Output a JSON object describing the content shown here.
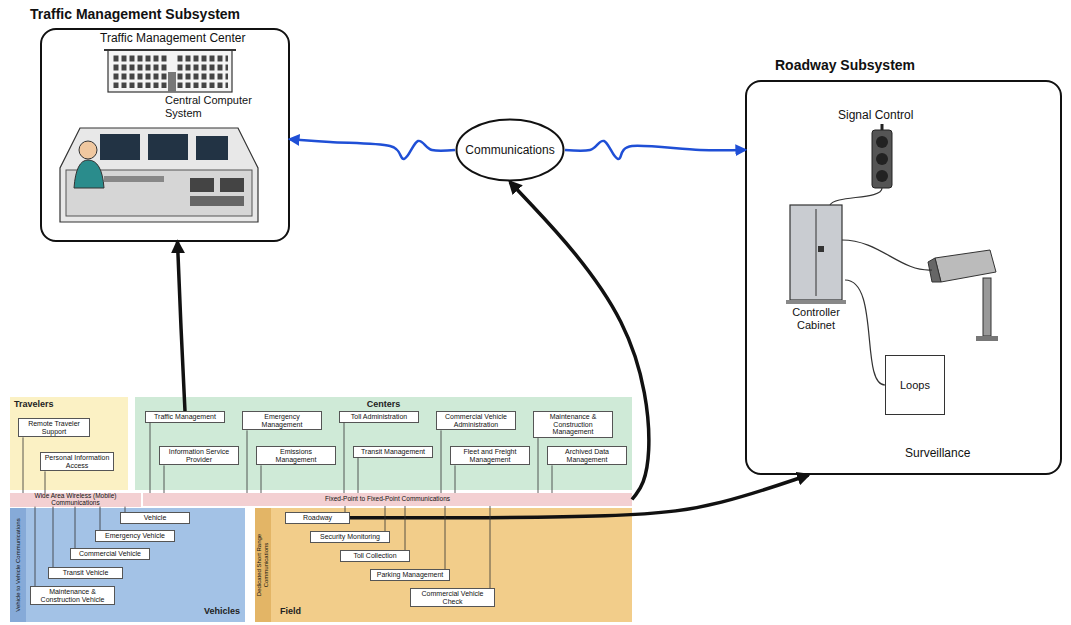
{
  "diagram": {
    "nodes": [
      {
        "text": [
          "Traffic Management Subsystem",
          "Traffic Management Center",
          "Central Computer System"
        ]
      },
      {
        "text": [
          "Communications"
        ]
      },
      {
        "text": [
          "Roadway Subsystem",
          "Signal Control",
          "Controller Cabinet",
          "Surveillance"
        ]
      },
      {
        "text": [
          "Loops"
        ],
        "in": 2
      },
      {
        "text": [
          "Travelers"
        ]
      },
      {
        "text": [
          "Remote Traveler Support"
        ],
        "in": 4
      },
      {
        "text": [
          "Personal Information Access"
        ],
        "in": 4
      },
      {
        "text": [
          "Centers"
        ]
      },
      {
        "text": [
          "Traffic Management"
        ],
        "in": 7
      },
      {
        "text": [
          "Emergency Management"
        ],
        "in": 7
      },
      {
        "text": [
          "Toll Administration"
        ],
        "in": 7
      },
      {
        "text": [
          "Commercial Vehicle Administration"
        ],
        "in": 7
      },
      {
        "text": [
          "Maintenance & Construction Management"
        ],
        "in": 7
      },
      {
        "text": [
          "Information Service Provider"
        ],
        "in": 7
      },
      {
        "text": [
          "Emissions Management"
        ],
        "in": 7
      },
      {
        "text": [
          "Transit Management"
        ],
        "in": 7
      },
      {
        "text": [
          "Fleet and Freight Management"
        ],
        "in": 7
      },
      {
        "text": [
          "Archived Data Management"
        ],
        "in": 7
      },
      {
        "text": [
          "Wide Area Wireless (Mobile) Communications"
        ]
      },
      {
        "text": [
          "Fixed-Point to Fixed-Point Communications"
        ]
      },
      {
        "text": [
          "Vehicles"
        ]
      },
      {
        "text": [
          "Vehicle to Vehicle Communications"
        ],
        "in": 20
      },
      {
        "text": [
          "Vehicle"
        ],
        "in": 20
      },
      {
        "text": [
          "Emergency Vehicle"
        ],
        "in": 20
      },
      {
        "text": [
          "Commercial Vehicle"
        ],
        "in": 20
      },
      {
        "text": [
          "Transit Vehicle"
        ],
        "in": 20
      },
      {
        "text": [
          "Maintenance & Construction Vehicle"
        ],
        "in": 20
      },
      {
        "text": [
          "Field"
        ]
      },
      {
        "text": [
          "Dedicated Short Range Communications"
        ],
        "in": 27
      },
      {
        "text": [
          "Roadway"
        ],
        "in": 27
      },
      {
        "text": [
          "Security Monitoring"
        ],
        "in": 27
      },
      {
        "text": [
          "Toll Collection"
        ],
        "in": 27
      },
      {
        "text": [
          "Parking Management"
        ],
        "in": 27
      },
      {
        "text": [
          "Commercial Vehicle Check"
        ],
        "in": 27
      }
    ],
    "edges": [
      {
        "from": 8,
        "to": 0,
        "arrow": "to"
      },
      {
        "from": 19,
        "to": 1,
        "arrow": "to"
      },
      {
        "from": 29,
        "to": 2,
        "arrow": "to"
      },
      {
        "from": 1,
        "to": 0,
        "arrow": "to"
      },
      {
        "from": 1,
        "to": 2,
        "arrow": "to"
      },
      {
        "from": 5,
        "to": 18,
        "arrow": "none"
      },
      {
        "from": 6,
        "to": 18,
        "arrow": "none"
      },
      {
        "from": 8,
        "to": 19,
        "arrow": "none"
      },
      {
        "from": 9,
        "to": 19,
        "arrow": "none"
      },
      {
        "from": 10,
        "to": 19,
        "arrow": "none"
      },
      {
        "from": 11,
        "to": 19,
        "arrow": "none"
      },
      {
        "from": 12,
        "to": 19,
        "arrow": "none"
      },
      {
        "from": 13,
        "to": 19,
        "arrow": "none"
      },
      {
        "from": 14,
        "to": 19,
        "arrow": "none"
      },
      {
        "from": 15,
        "to": 19,
        "arrow": "none"
      },
      {
        "from": 16,
        "to": 19,
        "arrow": "none"
      },
      {
        "from": 17,
        "to": 19,
        "arrow": "none"
      },
      {
        "from": 22,
        "to": 18,
        "arrow": "none"
      },
      {
        "from": 23,
        "to": 18,
        "arrow": "none"
      },
      {
        "from": 24,
        "to": 18,
        "arrow": "none"
      },
      {
        "from": 25,
        "to": 18,
        "arrow": "none"
      },
      {
        "from": 26,
        "to": 18,
        "arrow": "none"
      },
      {
        "from": 29,
        "to": 19,
        "arrow": "none"
      },
      {
        "from": 30,
        "to": 19,
        "arrow": "none"
      },
      {
        "from": 31,
        "to": 19,
        "arrow": "none"
      },
      {
        "from": 32,
        "to": 19,
        "arrow": "none"
      },
      {
        "from": 33,
        "to": 19,
        "arrow": "none"
      }
    ]
  }
}
